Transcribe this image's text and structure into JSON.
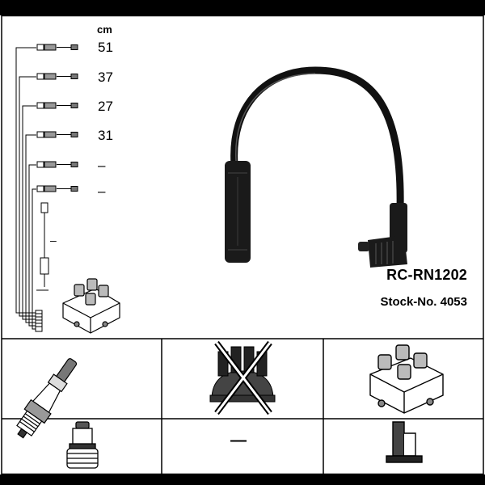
{
  "unit_label": "cm",
  "cable_lengths": [
    "51",
    "37",
    "27",
    "31",
    "–",
    "–"
  ],
  "suppressor_lead_value": "–",
  "part_number": "RC-RN1202",
  "stock_number": "Stock-No. 4053",
  "grid": {
    "spark_plug": {
      "icon": "spark-plug-icon"
    },
    "distributor_cap": {
      "icon": "distributor-cap-crossed-icon"
    },
    "ignition_coil": {
      "icon": "ignition-coil-icon"
    },
    "plug_connector": {
      "icon": "plug-connector-icon"
    },
    "middle_value": "—",
    "terminal": {
      "icon": "terminal-icon"
    }
  }
}
